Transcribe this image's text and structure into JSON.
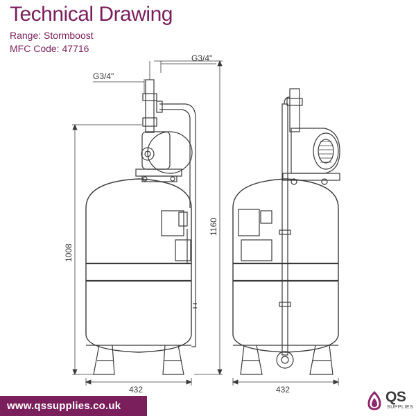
{
  "header": {
    "title": "Technical Drawing",
    "range_label": "Range:",
    "range_value": "Stormboost",
    "code_label": "MFC Code:",
    "code_value": "47716"
  },
  "dimensions": {
    "connection_top": "G3/4\"",
    "connection_side": "G3/4\"",
    "tank_height": "1008",
    "total_height": "1160",
    "width_front": "432",
    "width_side": "432"
  },
  "footer": {
    "url": "www.qssupplies.co.uk",
    "logo_text": "QS",
    "logo_sub": "SUPPLIES"
  },
  "colors": {
    "brand": "#7a1f5c",
    "line": "#3a3a3a",
    "accent": "#8e2a6b"
  }
}
